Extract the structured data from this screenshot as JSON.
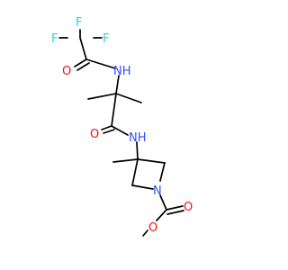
{
  "structure": {
    "atom_labels": {
      "f1": "F",
      "f2": "F",
      "f3": "F",
      "o1": "O",
      "n1": "NH",
      "o2": "O",
      "n2": "NH",
      "n3": "N",
      "o3": "O",
      "o4": "O"
    },
    "colors": {
      "bond": "#000000",
      "fluorine": "#33cccc",
      "oxygen": "#ff0d0d",
      "nitrogen": "#3050f8",
      "background": "#ffffff"
    }
  }
}
